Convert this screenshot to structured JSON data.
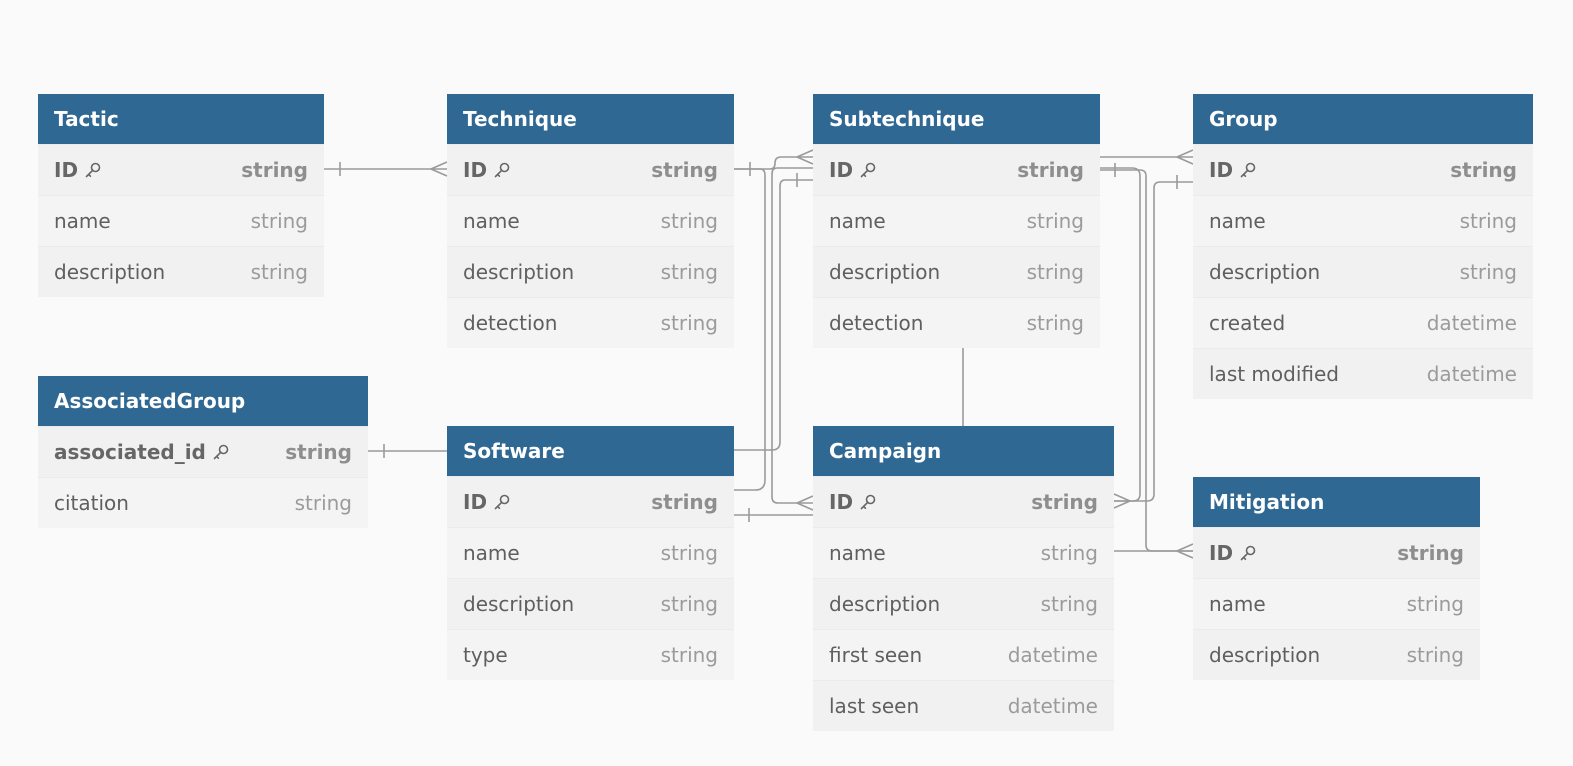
{
  "colors": {
    "header": "#306894",
    "header_text": "#ffffff",
    "connector": "#9a9a9a",
    "background": "#fafafa"
  },
  "entities": [
    {
      "id": "tactic",
      "title": "Tactic",
      "fields": [
        {
          "name": "ID",
          "type": "string",
          "pk": true
        },
        {
          "name": "name",
          "type": "string"
        },
        {
          "name": "description",
          "type": "string"
        }
      ]
    },
    {
      "id": "technique",
      "title": "Technique",
      "fields": [
        {
          "name": "ID",
          "type": "string",
          "pk": true
        },
        {
          "name": "name",
          "type": "string"
        },
        {
          "name": "description",
          "type": "string"
        },
        {
          "name": "detection",
          "type": "string"
        }
      ]
    },
    {
      "id": "subtechnique",
      "title": "Subtechnique",
      "fields": [
        {
          "name": "ID",
          "type": "string",
          "pk": true
        },
        {
          "name": "name",
          "type": "string"
        },
        {
          "name": "description",
          "type": "string"
        },
        {
          "name": "detection",
          "type": "string"
        }
      ]
    },
    {
      "id": "group",
      "title": "Group",
      "fields": [
        {
          "name": "ID",
          "type": "string",
          "pk": true
        },
        {
          "name": "name",
          "type": "string"
        },
        {
          "name": "description",
          "type": "string"
        },
        {
          "name": "created",
          "type": "datetime"
        },
        {
          "name": "last modified",
          "type": "datetime"
        }
      ]
    },
    {
      "id": "associatedgroup",
      "title": "AssociatedGroup",
      "fields": [
        {
          "name": "associated_id",
          "type": "string",
          "pk": true
        },
        {
          "name": "citation",
          "type": "string"
        }
      ]
    },
    {
      "id": "software",
      "title": "Software",
      "fields": [
        {
          "name": "ID",
          "type": "string",
          "pk": true
        },
        {
          "name": "name",
          "type": "string"
        },
        {
          "name": "description",
          "type": "string"
        },
        {
          "name": "type",
          "type": "string"
        }
      ]
    },
    {
      "id": "campaign",
      "title": "Campaign",
      "fields": [
        {
          "name": "ID",
          "type": "string",
          "pk": true
        },
        {
          "name": "name",
          "type": "string"
        },
        {
          "name": "description",
          "type": "string"
        },
        {
          "name": "first seen",
          "type": "datetime"
        },
        {
          "name": "last seen",
          "type": "datetime"
        }
      ]
    },
    {
      "id": "mitigation",
      "title": "Mitigation",
      "fields": [
        {
          "name": "ID",
          "type": "string",
          "pk": true
        },
        {
          "name": "name",
          "type": "string"
        },
        {
          "name": "description",
          "type": "string"
        }
      ]
    }
  ]
}
